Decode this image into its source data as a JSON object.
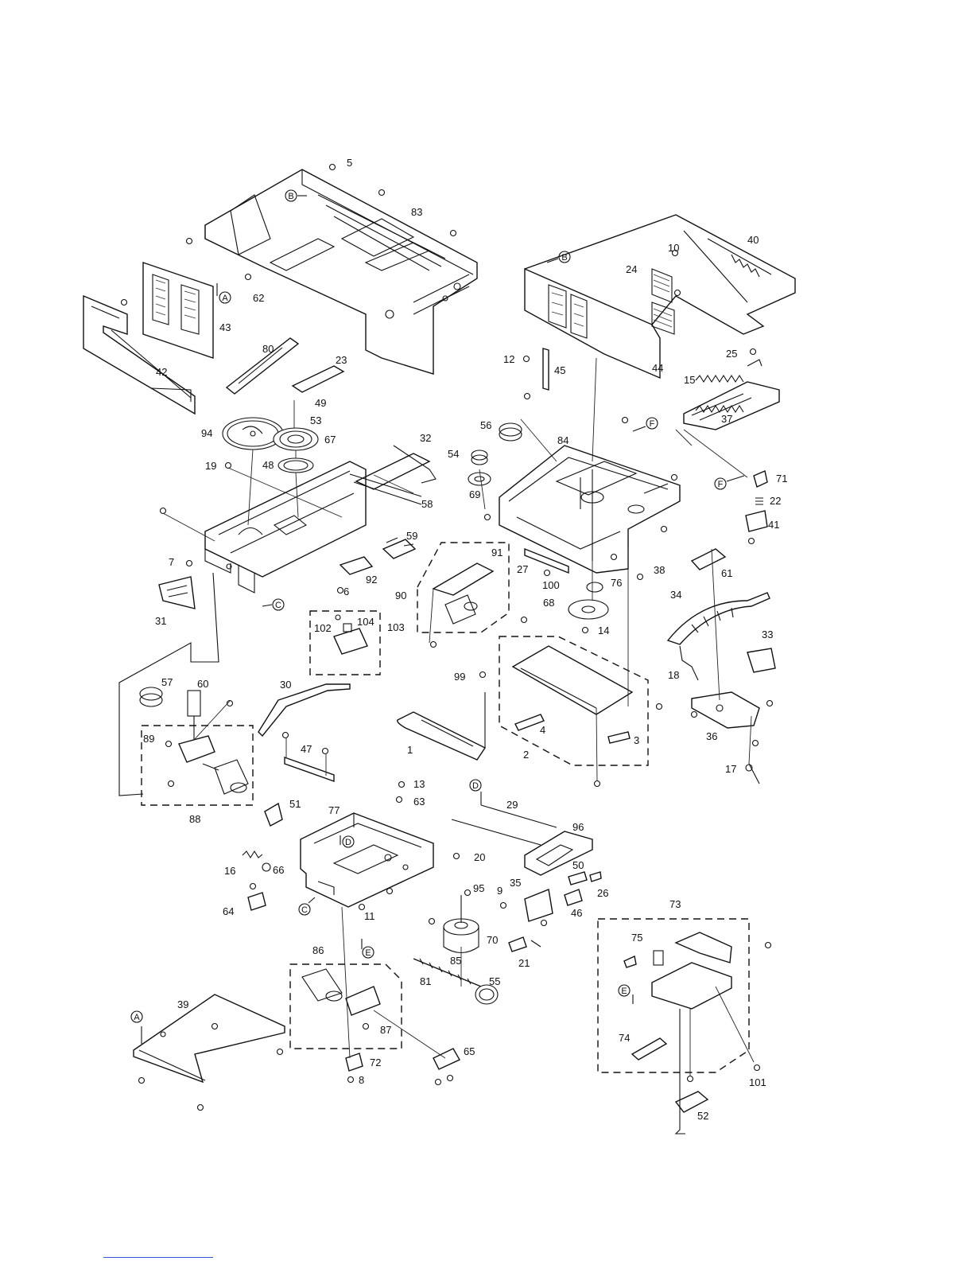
{
  "diagram": {
    "kind": "exploded-parts-view",
    "callouts": [
      "1",
      "2",
      "3",
      "4",
      "5",
      "6",
      "7",
      "8",
      "9",
      "10",
      "11",
      "12",
      "13",
      "14",
      "15",
      "16",
      "17",
      "18",
      "19",
      "20",
      "21",
      "22",
      "23",
      "24",
      "25",
      "26",
      "27",
      "29",
      "30",
      "31",
      "32",
      "33",
      "34",
      "35",
      "36",
      "37",
      "38",
      "39",
      "40",
      "41",
      "42",
      "43",
      "44",
      "45",
      "46",
      "47",
      "48",
      "49",
      "50",
      "51",
      "52",
      "53",
      "54",
      "55",
      "56",
      "57",
      "58",
      "59",
      "60",
      "61",
      "62",
      "63",
      "64",
      "65",
      "66",
      "67",
      "68",
      "69",
      "70",
      "71",
      "72",
      "73",
      "74",
      "75",
      "76",
      "77",
      "80",
      "81",
      "83",
      "84",
      "85",
      "86",
      "87",
      "88",
      "89",
      "90",
      "91",
      "92",
      "94",
      "95",
      "96",
      "99",
      "100",
      "101",
      "102",
      "103",
      "104"
    ],
    "reference_markers": [
      "A",
      "B",
      "C",
      "D",
      "E",
      "F"
    ]
  }
}
